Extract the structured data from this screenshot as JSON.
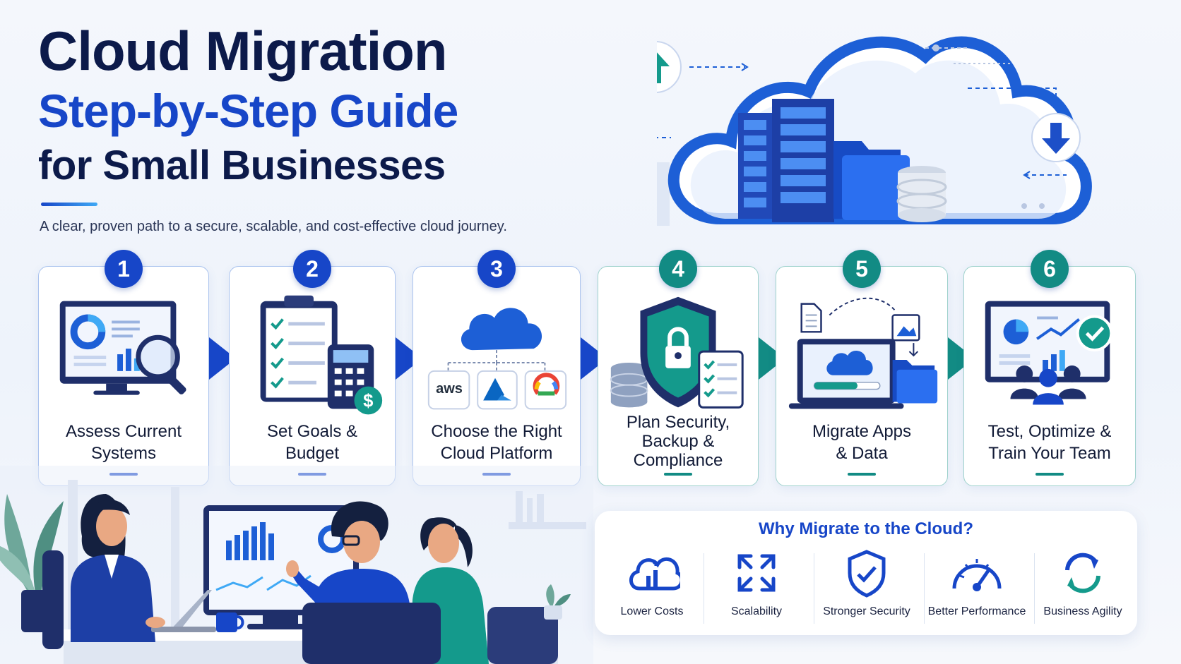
{
  "header": {
    "title_line1": "Cloud Migration",
    "title_line2": "Step-by-Step Guide",
    "title_line3": "for Small Businesses",
    "subtitle": "A clear, proven path to a secure, scalable, and cost-effective cloud journey."
  },
  "steps": [
    {
      "number": "1",
      "label_line1": "Assess Current",
      "label_line2": "Systems",
      "label_line3": "",
      "icon": "monitor-magnifier-icon"
    },
    {
      "number": "2",
      "label_line1": "Set Goals &",
      "label_line2": "Budget",
      "label_line3": "",
      "icon": "clipboard-calculator-icon"
    },
    {
      "number": "3",
      "label_line1": "Choose the Right",
      "label_line2": "Cloud Platform",
      "label_line3": "",
      "icon": "cloud-providers-icon"
    },
    {
      "number": "4",
      "label_line1": "Plan Security,",
      "label_line2": "Backup &",
      "label_line3": "Compliance",
      "icon": "shield-lock-icon"
    },
    {
      "number": "5",
      "label_line1": "Migrate Apps",
      "label_line2": "& Data",
      "label_line3": "",
      "icon": "laptop-upload-icon"
    },
    {
      "number": "6",
      "label_line1": "Test, Optimize &",
      "label_line2": "Train Your Team",
      "label_line3": "",
      "icon": "dashboard-team-icon"
    }
  ],
  "providers": {
    "aws": "aws"
  },
  "why": {
    "title": "Why Migrate to the Cloud?",
    "items": [
      {
        "label": "Lower Costs",
        "icon": "cloud-chart-icon"
      },
      {
        "label": "Scalability",
        "icon": "expand-arrows-icon"
      },
      {
        "label": "Stronger Security",
        "icon": "shield-check-icon"
      },
      {
        "label": "Better Performance",
        "icon": "speedometer-icon"
      },
      {
        "label": "Business Agility",
        "icon": "refresh-arrows-icon"
      }
    ]
  },
  "colors": {
    "navy": "#0c1a4a",
    "blue": "#1746c8",
    "teal": "#128b84",
    "light_blue": "#3fa9f5"
  }
}
